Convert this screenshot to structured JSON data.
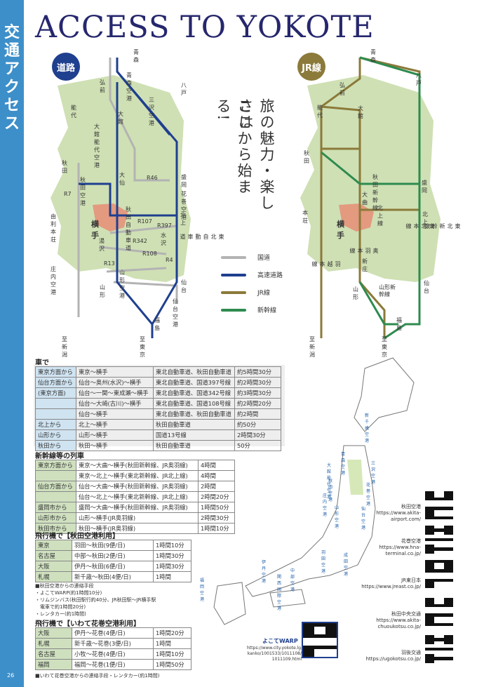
{
  "sidebar": {
    "title": "交通アクセス",
    "page_number": "26"
  },
  "header": {
    "title": "ACCESS TO YOKOTE"
  },
  "slogan": {
    "line1": "旅の魅力・楽しさは",
    "line2": "ここから始まる!"
  },
  "road_map": {
    "badge": "道路",
    "labels": {
      "aomori": "青森",
      "aomori_airport": "青森空港",
      "hirosaki": "弘前",
      "hachinohe": "八戸",
      "misawa_airport": "三沢空港",
      "noshiro": "能代",
      "odate": "大館",
      "odate_noshiro_airport": "大館能代空港",
      "akita": "秋田",
      "akita_airport": "秋田空港",
      "omagari": "大仙",
      "r46": "R46",
      "morioka": "盛岡",
      "hanamaki_airport": "花巻空港",
      "r7": "R7",
      "akita_expressway": "秋田自動車道",
      "yurihonjo": "由利本荘",
      "kitakami": "北上",
      "yokote": "横手",
      "r107": "R107",
      "r397": "R397",
      "mizusawa": "水沢",
      "yuzawa": "湯沢",
      "r342": "R342",
      "tohoku_expressway": "東北自動車道",
      "r108": "R108",
      "r4": "R4",
      "shonai_airport": "庄内空港",
      "r13": "R13",
      "yamagata_airport": "山形空港",
      "yamagata": "山形",
      "sendai": "仙台",
      "sendai_airport": "仙台空港",
      "fukushima": "福島",
      "to_niigata": "至新潟",
      "to_tokyo": "至東京"
    }
  },
  "rail_map": {
    "badge": "JR線",
    "labels": {
      "aomori": "青森",
      "hachinohe": "八戸",
      "hirosaki": "弘前",
      "noshiro": "能代",
      "odate": "大館",
      "akita": "秋田",
      "akita_shinkansen": "秋田新幹線",
      "omagari": "大曲",
      "morioka": "盛岡",
      "honjo": "本荘",
      "kitakami_line": "北上線",
      "kitakami": "北上",
      "yokote": "横手",
      "tohoku_main": "東北本線",
      "tohoku_shinkansen": "東北新幹線",
      "ou_main": "奥羽本線",
      "shinjo": "新庄",
      "uetsu_main": "羽越本線",
      "yamagata": "山形",
      "yamagata_shinkansen": "山形新幹線",
      "sendai": "仙台",
      "fukushima": "福島",
      "to_niigata": "至新潟",
      "to_tokyo": "至東京"
    }
  },
  "legend": [
    {
      "label": "国道",
      "color": "#b3b3b3"
    },
    {
      "label": "高速道路",
      "color": "#1f3f8f"
    },
    {
      "label": "JR線",
      "color": "#8b7a3a"
    },
    {
      "label": "新幹線",
      "color": "#2e8b4f"
    }
  ],
  "car": {
    "title": "車で",
    "rows": [
      [
        "東京方面から",
        "東京～横手",
        "東北自動車道、秋田自動車道",
        "約5時間30分"
      ],
      [
        "仙台方面から",
        "仙台～奥州(水沢)～横手",
        "東北自動車道、国道397号線",
        "約2時間30分"
      ],
      [
        "(東京方面)",
        "仙台～一関～東成瀬～横手",
        "東北自動車道、国道342号線",
        "約3時間30分"
      ],
      [
        "",
        "仙台～大崎(古川)～横手",
        "東北自動車道、国道108号線",
        "約2時間20分"
      ],
      [
        "",
        "仙台～横手",
        "東北自動車道、秋田自動車道",
        "約2時間"
      ],
      [
        "北上から",
        "北上～横手",
        "秋田自動車道",
        "約50分"
      ],
      [
        "山形から",
        "山形～横手",
        "国道13号線",
        "2時間30分"
      ],
      [
        "秋田から",
        "秋田～横手",
        "秋田自動車道",
        "50分"
      ]
    ]
  },
  "train": {
    "title": "新幹線等の列車",
    "rows": [
      [
        "東京方面から",
        "東京～大曲～横手(秋田新幹線、JR奥羽線)",
        "4時間"
      ],
      [
        "",
        "東京～北上～横手(東北新幹線、JR北上線)",
        "4時間"
      ],
      [
        "仙台方面から",
        "仙台～大曲～横手(秋田新幹線、JR奥羽線)",
        "2時間"
      ],
      [
        "",
        "仙台～北上～横手(東北新幹線、JR北上線)",
        "2時間20分"
      ],
      [
        "盛岡市から",
        "盛岡～大曲～横手(秋田新幹線、JR奥羽線)",
        "1時間50分"
      ],
      [
        "山形市から",
        "山形～横手(JR奥羽線)",
        "2時間30分"
      ],
      [
        "秋田市から",
        "秋田～横手(JR奥羽線)",
        "1時間10分"
      ]
    ]
  },
  "akita_flights": {
    "title": "飛行機で【秋田空港利用】",
    "rows": [
      [
        "東京",
        "羽田～秋田(9便/日)",
        "1時間10分"
      ],
      [
        "名古屋",
        "中部～秋田(2便/日)",
        "1時間30分"
      ],
      [
        "大阪",
        "伊丹～秋田(6便/日)",
        "1時間30分"
      ],
      [
        "札幌",
        "新千歳～秋田(4便/日)",
        "1時間"
      ]
    ],
    "notes": [
      "■秋田空港からの連絡手段",
      "・よこてWARP(約1時間10分)",
      "・リムジンバス(秋田駅行約40分、JR秋田駅～JR横手駅",
      "　電車で約1時間20分)",
      "・レンタカー(約1時間)"
    ]
  },
  "hanamaki_flights": {
    "title": "飛行機で【いわて花巻空港利用】",
    "rows": [
      [
        "大阪",
        "伊丹～花巻(4便/日)",
        "1時間20分"
      ],
      [
        "札幌",
        "新千歳～花巻(3便/日)",
        "1時間"
      ],
      [
        "名古屋",
        "小牧～花巻(4便/日)",
        "1時間10分"
      ],
      [
        "福岡",
        "福岡～花巻(1便/日)",
        "1時間50分"
      ]
    ],
    "note": "■いわて花巻空港からの連絡手段・レンタカー(約1時間)"
  },
  "japan_map": {
    "labels": {
      "shin_chitose": "新千歳空港",
      "aomori": "青森空港",
      "misawa": "三沢空港",
      "odate_noshiro": "大館能代空港",
      "akita": "秋田空港",
      "hanamaki": "花巻空港",
      "shonai": "庄内空港",
      "yamagata": "山形空港",
      "sendai": "仙台空港",
      "haneda": "羽田空港",
      "narita": "成田空港",
      "itami": "伊丹空港",
      "kansai": "関西国際空港",
      "chubu": "中部空港",
      "fukuoka": "福岡空港"
    }
  },
  "warp": {
    "label": "よこてWARP",
    "url1": "https://www.city.yokote.lg.jp/",
    "url2": "kanko/1001533/1011108/",
    "url3": "1011109.html"
  },
  "qr_links": [
    {
      "name": "秋田空港",
      "url": "https://www.akita-airport.com/"
    },
    {
      "name": "花巻空港",
      "url": "https://www.hna-terminal.co.jp/"
    },
    {
      "name": "JR東日本",
      "url": "https://www.jreast.co.jp/"
    },
    {
      "name": "秋田中央交通",
      "url": "https://www.akita-chuoukotsu.co.jp/"
    },
    {
      "name": "羽後交通",
      "url": "https://ugokotsu.co.jp/"
    }
  ]
}
